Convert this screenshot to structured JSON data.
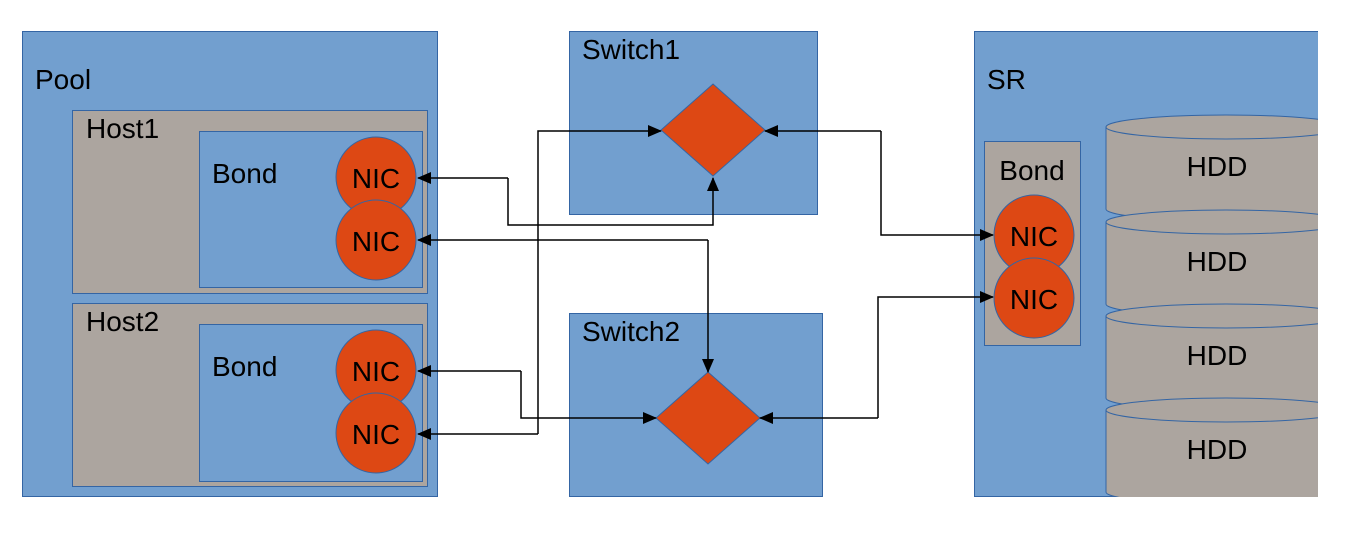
{
  "colors": {
    "container_blue": "#729fcf",
    "container_border": "#3465a4",
    "host_gray": "#aca59f",
    "nic_orange": "#dd4814",
    "line": "#000000",
    "background": "#ffffff"
  },
  "pool": {
    "label": "Pool",
    "hosts": [
      {
        "label": "Host1",
        "bond": {
          "label": "Bond",
          "nics": [
            "NIC",
            "NIC"
          ]
        }
      },
      {
        "label": "Host2",
        "bond": {
          "label": "Bond",
          "nics": [
            "NIC",
            "NIC"
          ]
        }
      }
    ]
  },
  "switches": [
    {
      "label": "Switch1",
      "icon": "switch-diamond-icon"
    },
    {
      "label": "Switch2",
      "icon": "switch-diamond-icon"
    }
  ],
  "sr": {
    "label": "SR",
    "bond": {
      "label": "Bond",
      "nics": [
        "NIC",
        "NIC"
      ]
    },
    "disks": [
      "HDD",
      "HDD",
      "HDD",
      "HDD"
    ]
  },
  "connections": [
    {
      "from": "Host1 NIC 1",
      "to": "Switch1"
    },
    {
      "from": "Host1 NIC 2",
      "to": "Switch2"
    },
    {
      "from": "Host2 NIC 1",
      "to": "Switch2"
    },
    {
      "from": "Host2 NIC 2",
      "to": "Switch1"
    },
    {
      "from": "Switch1",
      "to": "SR NIC 1"
    },
    {
      "from": "Switch2",
      "to": "SR NIC 2"
    }
  ]
}
